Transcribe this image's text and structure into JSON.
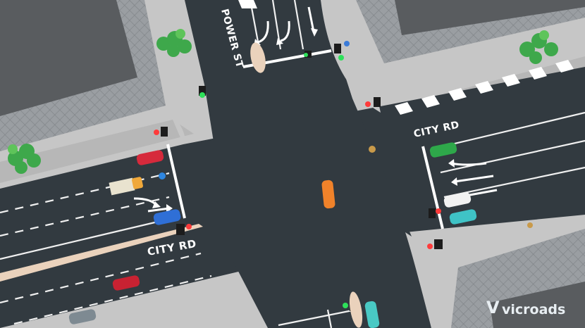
{
  "labels": {
    "power_st": "POWER ST",
    "city_rd_left": "CITY RD",
    "city_rd_right": "CITY RD"
  },
  "brand": {
    "name": "vicroads",
    "mark": "V"
  },
  "colors": {
    "road": "#323a40",
    "footpath": "#c9c9c9",
    "verge": "#b4b4b4",
    "building": "#5a5d60",
    "tile": "#8e9296",
    "median": "#e8c9b0",
    "signal_red": "#ff3b3b",
    "signal_green": "#2ee05a"
  },
  "vehicles": [
    {
      "id": "car-orange",
      "color": "#f0822a"
    },
    {
      "id": "car-red-left-top",
      "color": "#d62a3c"
    },
    {
      "id": "car-blue-left",
      "color": "#2f6fd6"
    },
    {
      "id": "car-red-left-bottom",
      "color": "#c82232"
    },
    {
      "id": "car-grey-left",
      "color": "#7e8a92"
    },
    {
      "id": "car-green-right",
      "color": "#2ea84a"
    },
    {
      "id": "car-white-right",
      "color": "#f2f2f2"
    },
    {
      "id": "car-teal-right",
      "color": "#3fc3c6"
    },
    {
      "id": "car-teal-bottom",
      "color": "#49c9c4"
    },
    {
      "id": "truck-left",
      "color": "#e9e3cf"
    },
    {
      "id": "cyclist",
      "color": "#2e86e0"
    }
  ]
}
